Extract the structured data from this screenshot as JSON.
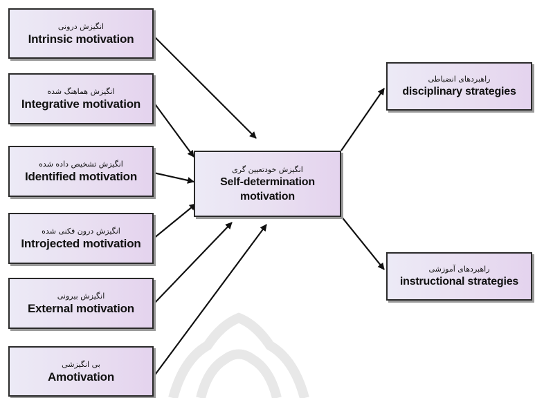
{
  "diagram": {
    "inputs": [
      {
        "fa": "انگیزش درونی",
        "en": "Intrinsic motivation"
      },
      {
        "fa": "انگیزش هماهنگ شده",
        "en": "Integrative motivation"
      },
      {
        "fa": "انگیزش تشخیص داده شده",
        "en": "Identified motivation"
      },
      {
        "fa": "انگیزش درون فکنی شده",
        "en": "Introjected motivation"
      },
      {
        "fa": "انگیزش بیرونی",
        "en": "External motivation"
      },
      {
        "fa": "بی انگیزشی",
        "en": "Amotivation"
      }
    ],
    "center": {
      "fa": "انگیزش خودتعیین گری",
      "en1": "Self-determination",
      "en2": "motivation"
    },
    "outputs": [
      {
        "fa": "راهبردهای انضباطی",
        "en": "disciplinary strategies"
      },
      {
        "fa": "راهبردهای آموزشی",
        "en": "instructional strategies"
      }
    ],
    "colors": {
      "box_fill": "#e9dff1",
      "border": "#2a2a2a",
      "arrow": "#111111"
    }
  }
}
